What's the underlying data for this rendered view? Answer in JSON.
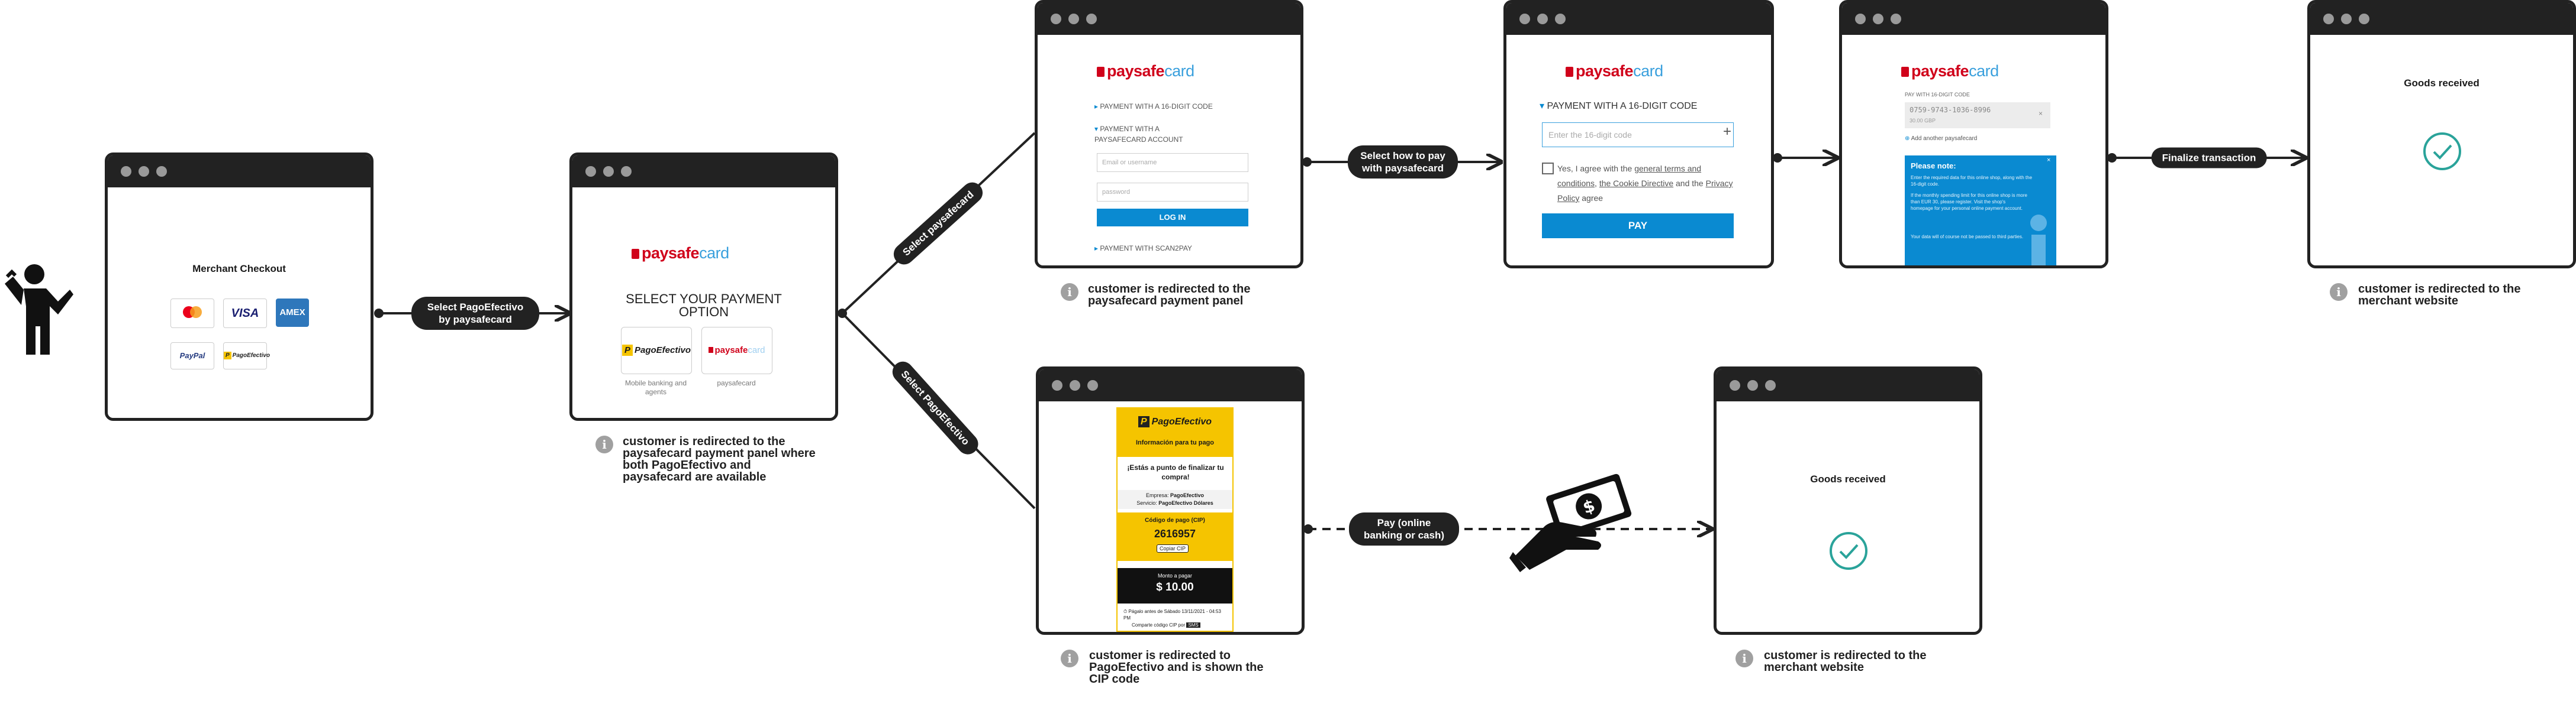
{
  "merchant_checkout": {
    "title": "Merchant Checkout",
    "payment_logos": [
      "mastercard",
      "VISA",
      "AMEX",
      "PayPal",
      "PagoEfectivo"
    ]
  },
  "edges": {
    "select_pagoefectivo": "Select PagoEfectivo by paysafecard",
    "select_paysafecard": "Select paysafecard",
    "select_pagoefectivo_short": "Select PagoEfectivo",
    "select_how_to_pay": "Select how to pay with paysafecard",
    "finalize": "Finalize transaction",
    "pay_online": "Pay (online banking or cash)"
  },
  "payment_option": {
    "title": "SELECT YOUR PAYMENT OPTION",
    "option1_logo": "PagoEfectivo",
    "option1_label": "Mobile banking and agents",
    "option2_logo_a": "paysafe",
    "option2_logo_b": "card",
    "option2_label": "paysafecard"
  },
  "psc_panel": {
    "logo_a": "paysafe",
    "logo_b": "card",
    "opt1": "PAYMENT WITH A 16-DIGIT CODE",
    "opt2": "PAYMENT WITH A PAYSAFECARD ACCOUNT",
    "email_ph": "Email or username",
    "password_ph": "password",
    "login": "LOG IN",
    "opt3": "PAYMENT WITH SCAN2PAY"
  },
  "psc_pay": {
    "heading": "PAYMENT WITH A 16-DIGIT CODE",
    "input_ph": "Enter the 16-digit code",
    "agree_1": "Yes, I agree with the ",
    "agree_link1": "general terms and conditions",
    "agree_2": ", ",
    "agree_link2": "the Cookie Directive",
    "agree_3": " and the ",
    "agree_link3": "Privacy Policy",
    "agree_4": " agree",
    "pay": "PAY"
  },
  "psc_note": {
    "label": "PAY WITH 16-DIGIT CODE",
    "code": "0759-9743-1036-8996",
    "amount": "30.00 GBP",
    "add_another": "Add another paysafecard",
    "note_title": "Please note:",
    "note_1": "Enter the required data for this online shop, along with the 16-digit code.",
    "note_2": "If the monthly spending limit for this online shop is more than EUR 30, please register. Visit the shop's homepage for your personal online payment account.",
    "note_3": "Your data will of course not be passed to third parties."
  },
  "goods_received": "Goods received",
  "pagoefectivo_voucher": {
    "brand": "PagoEfectivo",
    "info_title": "Información para tu pago",
    "headline": "¡Estás a punto de finalizar tu compra!",
    "empresa_label": "Empresa:",
    "empresa": "PagoEfectivo",
    "servicio_label": "Servicio:",
    "servicio": "PagoEfectivo Dólares",
    "cip_label": "Código de pago (CIP)",
    "cip": "2616957",
    "copy": "Copiar CIP",
    "amount_label": "Monto a pagar",
    "amount": "$ 10.00",
    "deadline": "Págalo antes de Sábado 13/11/2021 - 04:53 PM",
    "share": "Comparte código CIP por"
  },
  "captions": {
    "c1": "customer is redirected to the paysafecard payment panel where both PagoEfectivo and paysafecard are available",
    "c2": "customer is redirected to the paysafecard payment panel",
    "c3": "customer is redirected to the merchant website",
    "c4": "customer is redirected to PagoEfectivo and is shown the CIP code",
    "c5": "customer is redirected to the merchant website"
  },
  "colors": {
    "frame": "#222222",
    "psc_red": "#d0021b",
    "psc_blue": "#0a8ad1",
    "check_teal": "#2aa39a",
    "pago_yellow": "#f5c400"
  }
}
